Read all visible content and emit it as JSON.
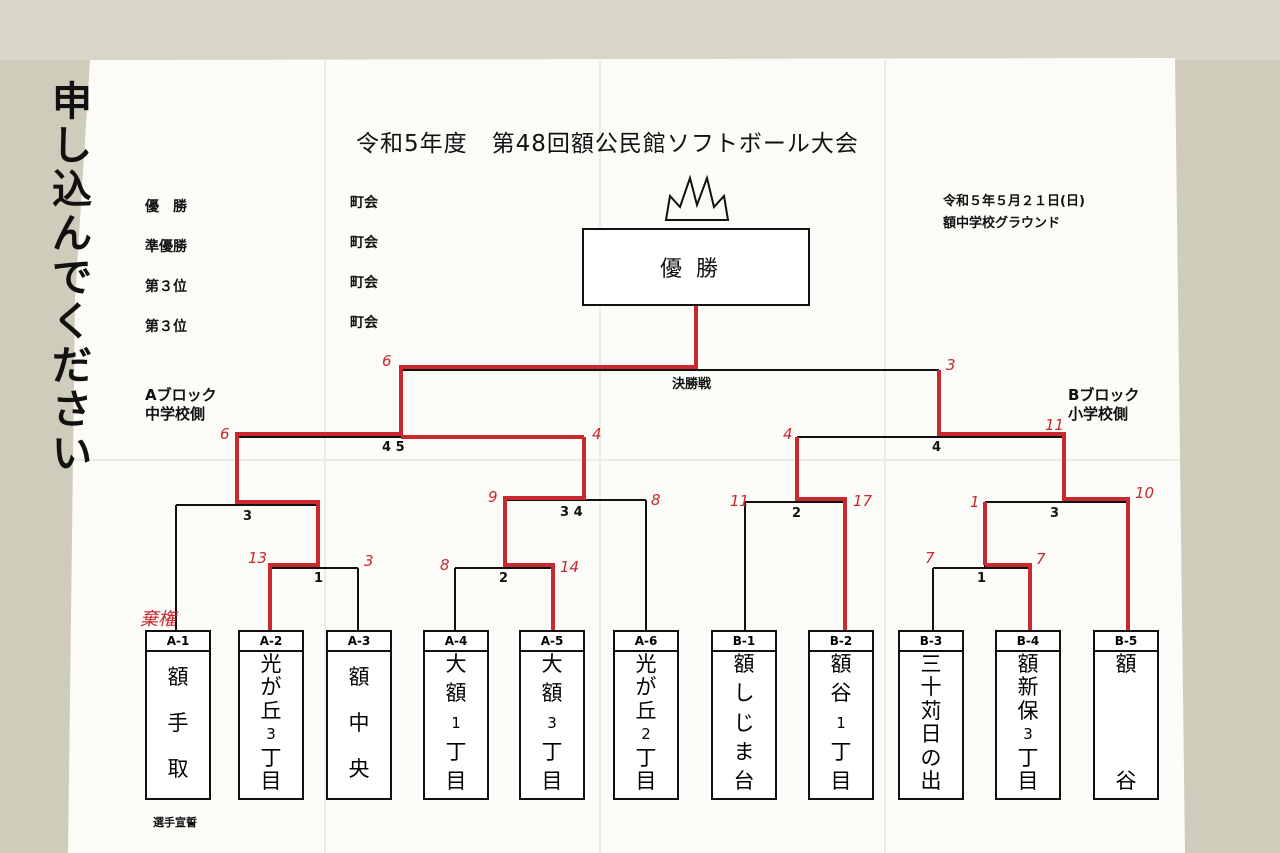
{
  "title": "令和5年度　第48回額公民館ソフトボール大会",
  "date_line1": "令和５年５月２１日(日)",
  "date_line2": "額中学校グラウンド",
  "results": [
    {
      "label": "優　勝",
      "value": "町会"
    },
    {
      "label": "準優勝",
      "value": "町会"
    },
    {
      "label": "第３位",
      "value": "町会"
    },
    {
      "label": "第３位",
      "value": "町会"
    }
  ],
  "champion_box": "優勝",
  "final_label": "決勝戦",
  "block_a": {
    "line1": "Aブロック",
    "line2": "中学校側"
  },
  "block_b": {
    "line1": "Bブロック",
    "line2": "小学校側"
  },
  "forfeit": "棄権",
  "oath": "選手宣誓",
  "side_text": "申し込んでください",
  "match_numbers": {
    "m1a": "1",
    "m2a": "2",
    "m3a": "3",
    "m4a": "4 5",
    "m34a": "3 4",
    "m1b": "1",
    "m2b": "2",
    "m3b": "3",
    "m4b": "4"
  },
  "scores": {
    "final_a": "6",
    "final_b": "3",
    "sfa_left": "6",
    "sfa_right": "4",
    "sfb_left": "4",
    "sfb_right": "11",
    "qa1_right": "13",
    "qa1_left3": "3",
    "qa2_left": "8",
    "qa2_right": "14",
    "qa3_left": "9",
    "qa3_right": "8",
    "qb2_left": "11",
    "qb2_right": "17",
    "qb1_left": "7",
    "qb1_right": "7",
    "qb3_left": "1",
    "qb3_right": "10"
  },
  "teams": [
    {
      "code": "A-1",
      "chars": [
        "額",
        "手",
        "取"
      ]
    },
    {
      "code": "A-2",
      "chars": [
        "光",
        "が",
        "丘",
        "3",
        "丁",
        "目"
      ]
    },
    {
      "code": "A-3",
      "chars": [
        "額",
        "中",
        "央"
      ]
    },
    {
      "code": "A-4",
      "chars": [
        "大",
        "額",
        "1",
        "丁",
        "目"
      ]
    },
    {
      "code": "A-5",
      "chars": [
        "大",
        "額",
        "3",
        "丁",
        "目"
      ]
    },
    {
      "code": "A-6",
      "chars": [
        "光",
        "が",
        "丘",
        "2",
        "丁",
        "目"
      ]
    },
    {
      "code": "B-1",
      "chars": [
        "額",
        "し",
        "じ",
        "ま",
        "台"
      ]
    },
    {
      "code": "B-2",
      "chars": [
        "額",
        "谷",
        "1",
        "丁",
        "目"
      ]
    },
    {
      "code": "B-3",
      "chars": [
        "三",
        "十",
        "苅",
        "日",
        "の",
        "出"
      ]
    },
    {
      "code": "B-4",
      "chars": [
        "額",
        "新",
        "保",
        "3",
        "丁",
        "目"
      ]
    },
    {
      "code": "B-5",
      "chars": [
        "額",
        "谷"
      ]
    }
  ],
  "colors": {
    "winner_line": "#c8282e",
    "paper": "#fbfbf8",
    "wall": "#c9c6b4"
  }
}
